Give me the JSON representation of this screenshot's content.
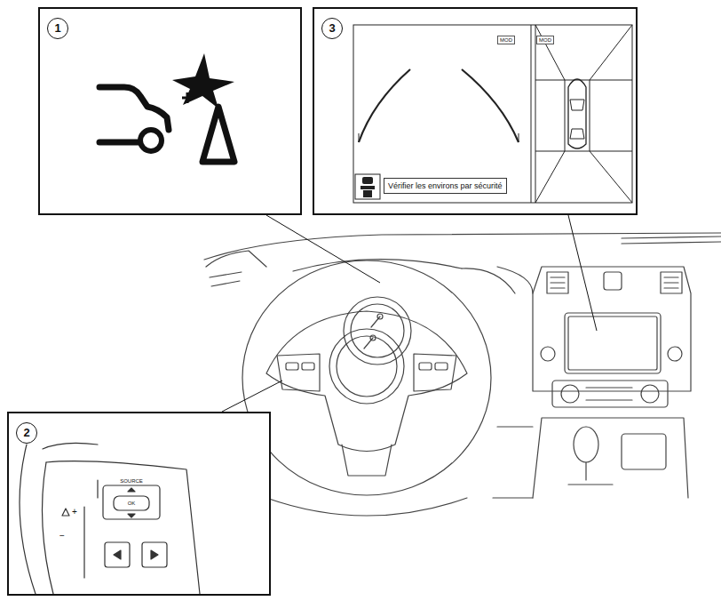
{
  "diagram": {
    "nodes": [
      {
        "text": [
          "1"
        ]
      },
      {
        "text": [
          "3"
        ]
      },
      {
        "text": [
          "Vérifier les environs par sécurité"
        ],
        "in": 1
      },
      {
        "text": [
          "2"
        ]
      }
    ],
    "labels": [
      "MOD",
      "MOD",
      "SOURCE",
      "OK",
      "+",
      "−"
    ]
  }
}
